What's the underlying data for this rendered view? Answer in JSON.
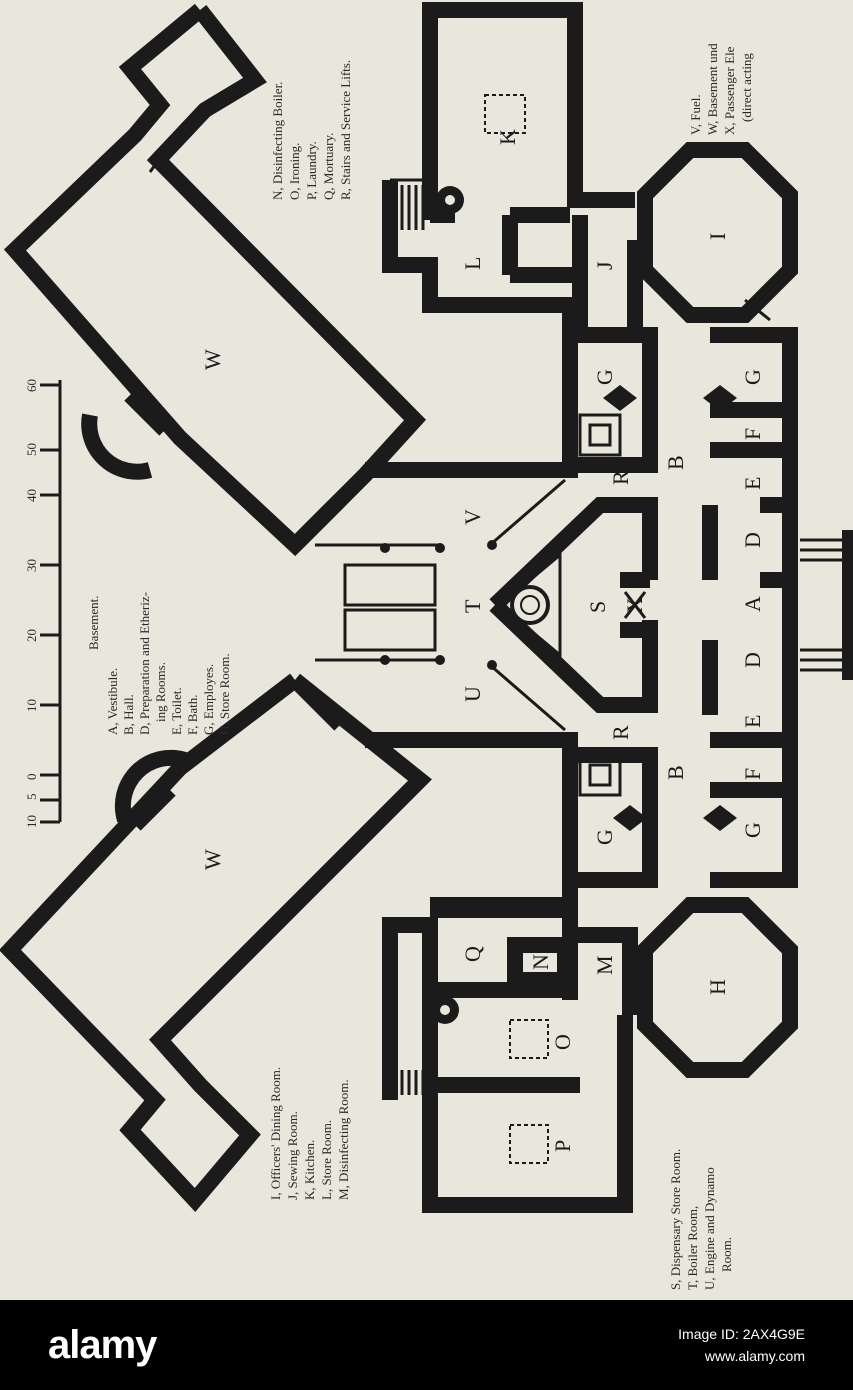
{
  "plan": {
    "legend_title": "Basement.",
    "legend_basement": [
      "A, Vestibule.",
      "B, Hall.",
      "D, Preparation and Etheriz-",
      "ing Rooms.",
      "E, Toilet.",
      "F, Bath.",
      "G, Employes.",
      "H, Store Room."
    ],
    "legend_mid": [
      "I, Officers' Dining Room.",
      "J, Sewing Room.",
      "K, Kitchen.",
      "L, Store Room.",
      "M, Disinfecting Room."
    ],
    "legend_right": [
      "N, Disinfecting Boiler.",
      "O, Ironing.",
      "P, Laundry.",
      "Q, Mortuary.",
      "R, Stairs and Service Lifts."
    ],
    "legend_bottom": [
      "S, Dispensary Store Room.",
      "T, Boiler Room,",
      "U, Engine and Dynamo",
      "Room."
    ],
    "legend_corner": [
      "V, Fuel.",
      "W, Basement und",
      "X, Passenger Ele",
      "(direct acting"
    ],
    "scale_labels": [
      "10",
      "5",
      "0",
      "10",
      "20",
      "30",
      "40",
      "50",
      "60"
    ],
    "room_letters": {
      "K": "K",
      "L": "L",
      "J": "J",
      "I": "I",
      "W1": "W",
      "W2": "W",
      "G1": "G",
      "G2": "G",
      "G3": "G",
      "G4": "G",
      "F1": "F",
      "F2": "F",
      "E1": "E",
      "E2": "E",
      "D1": "D",
      "D2": "D",
      "A": "A",
      "B1": "B",
      "B2": "B",
      "V": "V",
      "T": "T",
      "U": "U",
      "S": "S",
      "X": "X",
      "R1": "R",
      "R2": "R",
      "Q": "Q",
      "N": "N",
      "M": "M",
      "O": "O",
      "P": "P",
      "H": "H"
    }
  },
  "watermark": {
    "logo": "alamy",
    "line1": "Image ID: 2AX4G9E",
    "line2": "www.alamy.com"
  }
}
